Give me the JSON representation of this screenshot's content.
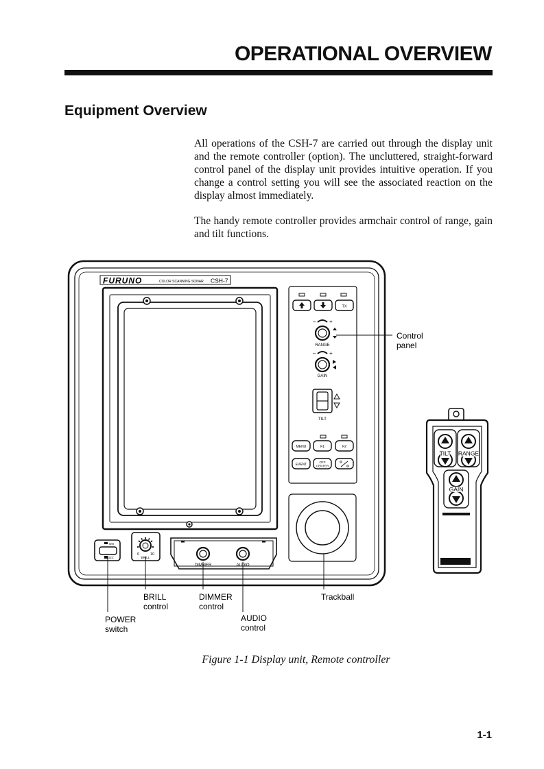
{
  "header": {
    "chapter_title": "OPERATIONAL OVERVIEW"
  },
  "section": {
    "title": "Equipment Overview"
  },
  "body": {
    "paragraph_1": "All operations of the CSH-7 are carried out through the display unit and the remote controller (option). The uncluttered, straight-forward control panel of the display unit provides intuitive operation. If you change a control setting you will see the associated reaction on the display almost immediately.",
    "paragraph_2": "The handy remote controller provides armchair control of range, gain and tilt functions."
  },
  "figure": {
    "brand": "FURUNO",
    "model_text": "COLOR SCANNING SONAR",
    "model": "CSH-7",
    "panel_labels": {
      "tx": "TX",
      "range": "RANGE",
      "gain": "GAIN",
      "tilt": "TILT",
      "menu": "MENU",
      "f1": "F1",
      "f2": "F2",
      "event": "EVENT",
      "off_center_1": "OFF",
      "off_center_2": "CENTER",
      "minus": "–",
      "plus": "+",
      "on": "ON",
      "off": "OFF",
      "brill_small": "BRILL",
      "brill_zero": "0",
      "brill_ten": "10",
      "dimmer_small": "DIMMER",
      "audio_small": "AUDIO"
    },
    "remote_labels": {
      "tilt": "TILT",
      "range": "RANGE",
      "gain": "GAIN"
    },
    "callouts": {
      "control_panel_1": "Control",
      "control_panel_2": "panel",
      "brill_1": "BRILL",
      "brill_2": "control",
      "dimmer_1": "DIMMER",
      "dimmer_2": "control",
      "trackball": "Trackball",
      "power_1": "POWER",
      "power_2": "switch",
      "audio_1": "AUDIO",
      "audio_2": "control"
    },
    "caption": "Figure 1-1 Display unit, Remote controller"
  },
  "footer": {
    "page_number": "1-1"
  }
}
